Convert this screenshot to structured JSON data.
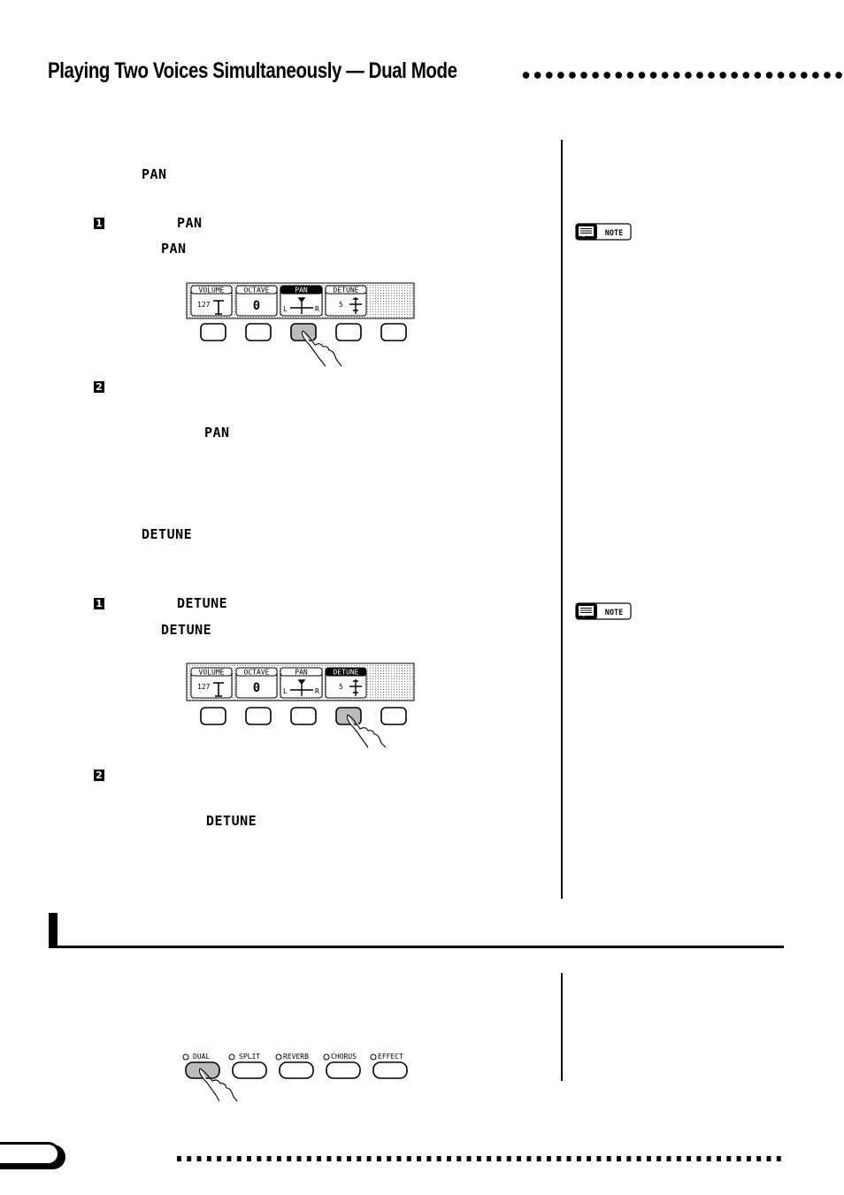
{
  "header": {
    "title": "Playing Two Voices Simultaneously — Dual Mode"
  },
  "pan_section": {
    "heading_label": "PAN",
    "step1_number": "1",
    "step1_label": "PAN",
    "step1_sub_label": "PAN",
    "step2_number": "2",
    "step2_label": "PAN"
  },
  "detune_section": {
    "heading_label": "DETUNE",
    "step1_number": "1",
    "step1_label": "DETUNE",
    "step1_sub_label": "DETUNE",
    "step2_number": "2",
    "step2_label": "DETUNE"
  },
  "lcd": {
    "tabs": [
      "VOLUME",
      "OCTAVE",
      "PAN",
      "DETUNE"
    ],
    "volume_value": "127",
    "octave_value": "0",
    "pan_left": "L",
    "pan_right": "R",
    "detune_value": "5"
  },
  "note": {
    "label": "NOTE"
  },
  "panel_buttons": {
    "labels": [
      "DUAL",
      "SPLIT",
      "REVERB",
      "CHORUS",
      "EFFECT"
    ]
  }
}
